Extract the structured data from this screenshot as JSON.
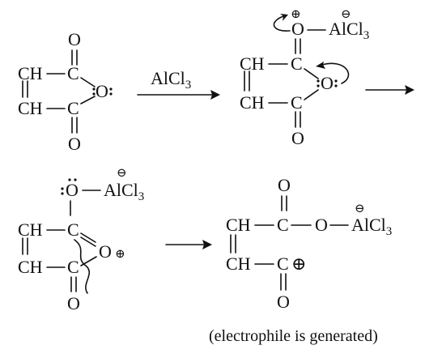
{
  "molecules": {
    "anhydride": {
      "ch_top": "CH",
      "ch_bottom": "CH",
      "c_top": "C",
      "c_bottom": "C",
      "o_top": "O",
      "o_bottom": "O",
      "o_ring": "O"
    },
    "complex1": {
      "ch_top": "CH",
      "ch_bottom": "CH",
      "c_top": "C",
      "c_bottom": "C",
      "o_top": "O",
      "o_bottom": "O",
      "o_ring": "O",
      "alcl3": "AlCl",
      "sub3": "3",
      "plus": "⊕",
      "minus": "⊖"
    },
    "intermediate": {
      "o_top": "O",
      "alcl3": "AlCl",
      "sub3": "3",
      "minus": "⊖",
      "ch_top": "CH",
      "ch_bottom": "CH",
      "c_top": "C",
      "c_bottom": "C",
      "o_ring": "O",
      "plus": "⊕",
      "o_bottom": "O"
    },
    "product": {
      "o_top": "O",
      "ch_top": "CH",
      "ch_bottom": "CH",
      "c_top": "C",
      "c_bottom": "C",
      "o_link": "O",
      "alcl3": "AlCl",
      "sub3": "3",
      "minus": "⊖",
      "plus": "⊕",
      "o_bottom": "O"
    }
  },
  "reagent": {
    "label": "AlCl",
    "sub": "3"
  },
  "caption": "(electrophile is generated)",
  "icons": [
    "reaction-arrow",
    "curved-electron-arrow",
    "bond-cleavage-wave"
  ]
}
